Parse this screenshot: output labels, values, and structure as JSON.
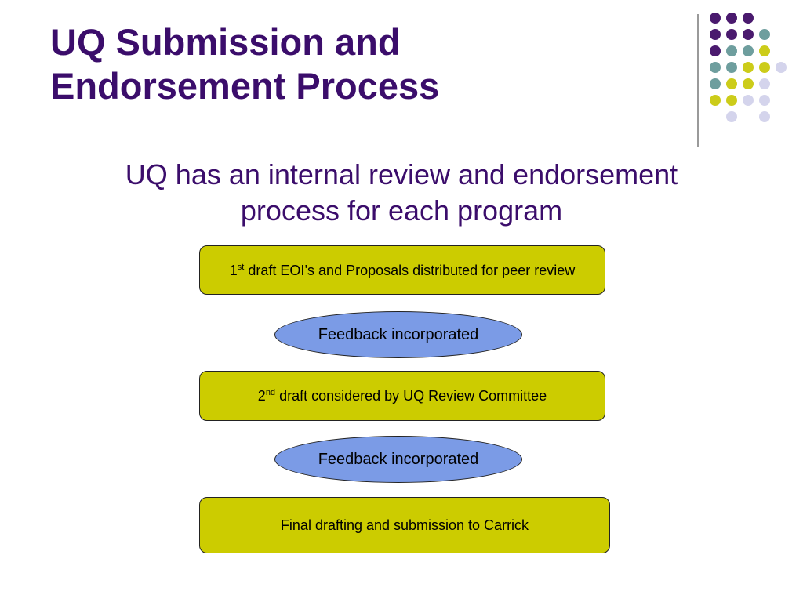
{
  "title_lines": [
    "UQ Submission and",
    "Endorsement Process"
  ],
  "subtitle_lines": [
    "UQ has an internal review and endorsement",
    "process for each program"
  ],
  "steps": [
    {
      "num": "1",
      "sup": "st",
      "text": " draft EOI’s and Proposals distributed for peer review"
    },
    {
      "num": "2",
      "sup": "nd",
      "text": " draft considered by UQ Review Committee"
    },
    {
      "text": "Final drafting and submission to Carrick"
    }
  ],
  "feedback": [
    "Feedback incorporated",
    "Feedback incorporated"
  ],
  "colors": {
    "title": "#3b0d6b",
    "step_fill": "#cccc00",
    "oval_fill": "#7b9be6",
    "dot_purple": "#4a1a6e",
    "dot_teal": "#6e9e9e",
    "dot_yellow": "#cccc1a",
    "dot_lavender": "#d4d4ec"
  },
  "decoration": {
    "dot_grid": [
      [
        "purple",
        "purple",
        "purple",
        "",
        ""
      ],
      [
        "purple",
        "purple",
        "purple",
        "teal",
        ""
      ],
      [
        "purple",
        "teal",
        "teal",
        "yellow",
        ""
      ],
      [
        "teal",
        "teal",
        "yellow",
        "yellow",
        "lavender"
      ],
      [
        "teal",
        "yellow",
        "yellow",
        "lavender",
        ""
      ],
      [
        "yellow",
        "yellow",
        "lavender",
        "lavender",
        ""
      ],
      [
        "",
        "lavender",
        "",
        "lavender",
        ""
      ]
    ]
  }
}
